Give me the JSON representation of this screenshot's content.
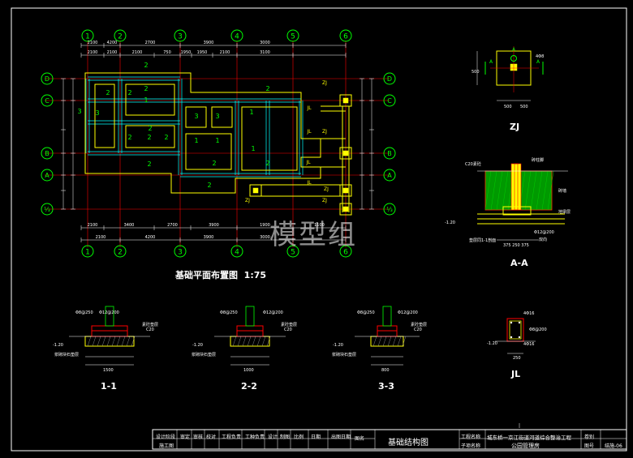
{
  "grid_x": [
    "1",
    "2",
    "3",
    "4",
    "5",
    "6"
  ],
  "grid_y": [
    "D",
    "C",
    "B",
    "A",
    "A0"
  ],
  "grid_y_display": {
    "D": "D",
    "C": "C",
    "B": "B",
    "A": "A",
    "A0": "⅓"
  },
  "dims_top_row1": [
    "2100",
    "4200",
    "2700",
    "3900",
    "3000"
  ],
  "dims_top_row2": [
    "2100",
    "2100",
    "2100",
    "750",
    "1950",
    "1950",
    "2100",
    "3100"
  ],
  "dims_bottom_row1": [
    "2100",
    "3400",
    "2700",
    "3900",
    "1900",
    "1100"
  ],
  "dims_bottom_row2": [
    "2100",
    "4200",
    "3900",
    "3000"
  ],
  "plan_title": "基础平面布置图",
  "plan_scale": "1:75",
  "labels": {
    "zj": "ZJ",
    "jl": "JL",
    "aa": "A-A",
    "s11": "1-1",
    "s22": "2-2",
    "s33": "3-3",
    "watermark": "模型组"
  },
  "aa_notes": {
    "c20": "C20素砼",
    "col": "砖柱脚",
    "brick": "砖墙",
    "cushion": "地梁层",
    "lvl": "-1.20",
    "bot": "垫层同1-1剖面",
    "rebar": "Φ12@200",
    "dims": "375 250 375",
    "rect": "双向"
  },
  "sec_notes": {
    "rebar1": "Φ8@250",
    "rebar2": "Φ12@200",
    "conc": "素砼垫层",
    "grade": "C20",
    "stone": "浆砌块石垫层",
    "lvl": "-1.20",
    "w11": "1500",
    "w22": "1000",
    "w33": "800"
  },
  "jl_notes": {
    "top": "4Φ16",
    "stir": "Φ8@200",
    "bot": "4Φ16",
    "lvl": "-1.20",
    "w": "250"
  },
  "zj_notes": {
    "tag": "4Φ8",
    "w1": "500",
    "w2": "500",
    "h": "500"
  },
  "title_block": {
    "designer": "设计阶段",
    "phase": "施工图",
    "c1": "审定",
    "c2": "审核",
    "c3": "校对",
    "c4": "工程负责",
    "c5": "工种负责",
    "c6": "设计",
    "c7": "制图",
    "c8": "比例",
    "c9": "日期",
    "c10": "出图日期",
    "c11": "图名",
    "drawing_name": "基础结构图",
    "project_label": "工程名称",
    "project": "城东桥一京江街道河道综合整治工程",
    "sub_label": "子项名称",
    "sub": "公园管理房",
    "volume": "卷别",
    "sheet_label": "图号",
    "sheet": "结施-06"
  },
  "colors": {
    "grid": "#ff0000",
    "bubble": "#00ff00",
    "beam": "#00ffff",
    "wall": "#ffff00",
    "dim": "#ffffff",
    "footing_fill": "#0a8a8a",
    "hatch": "#009900"
  }
}
